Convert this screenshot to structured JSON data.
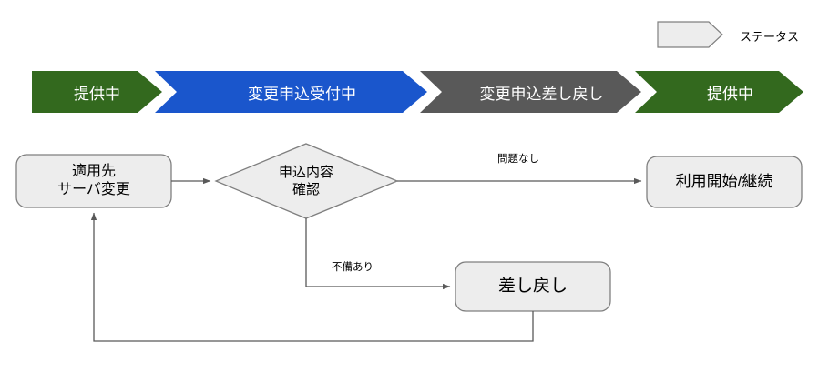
{
  "legend": {
    "shape_icon": "chevron-shape-icon",
    "label": "ステータス",
    "shape_fill": "#EDEDED",
    "shape_stroke": "#808080"
  },
  "status_bar": {
    "steps": [
      {
        "label": "提供中",
        "color": "#33691E",
        "text_color": "#FFFFFF"
      },
      {
        "label": "変更申込受付中",
        "color": "#1A56CC",
        "text_color": "#FFFFFF"
      },
      {
        "label": "変更申込差し戻し",
        "color": "#595959",
        "text_color": "#FFFFFF"
      },
      {
        "label": "提供中",
        "color": "#33691E",
        "text_color": "#FFFFFF"
      }
    ]
  },
  "flow": {
    "nodes": [
      {
        "id": "apply-target-server-change",
        "label": "適用先\nサーバ変更",
        "shape": "rounded-rect"
      },
      {
        "id": "application-content-check",
        "label": "申込内容\n確認",
        "shape": "diamond"
      },
      {
        "id": "start-or-continue-use",
        "label": "利用開始/継続",
        "shape": "rounded-rect"
      },
      {
        "id": "send-back",
        "label": "差し戻し",
        "shape": "rounded-rect"
      }
    ],
    "edge_labels": [
      {
        "id": "no-problem",
        "label": "問題なし"
      },
      {
        "id": "has-deficiency",
        "label": "不備あり"
      }
    ],
    "node_fill": "#EDEDED",
    "node_stroke": "#7F7F7F",
    "edge_stroke": "#595959"
  }
}
